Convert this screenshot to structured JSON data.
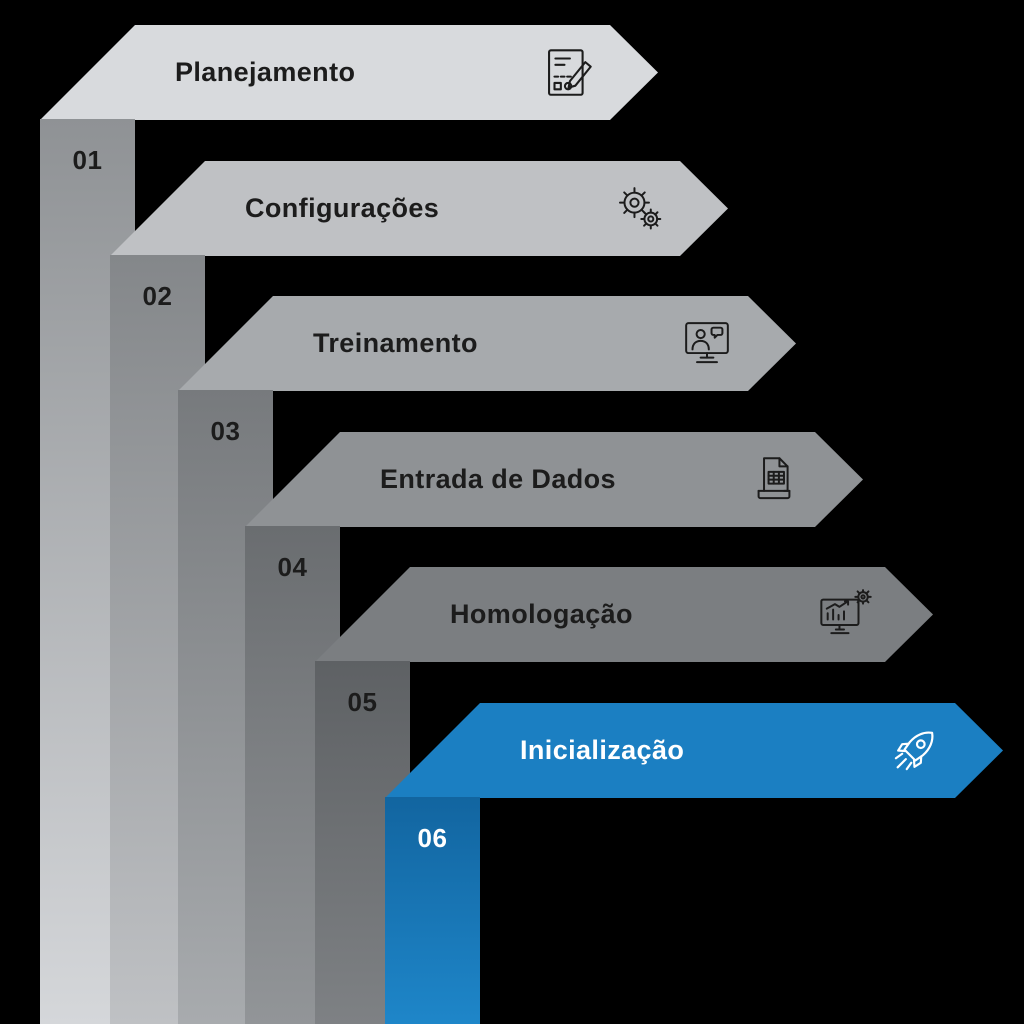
{
  "background_color": "#000000",
  "steps": [
    {
      "number": "01",
      "label": "Planejamento",
      "icon": "blueprint-pencil-icon",
      "banner_color": "#d8dadd",
      "ribbon_top_color": "#8f9295",
      "ribbon_bottom_color": "#d5d7da",
      "text_color": "#1c1c1c"
    },
    {
      "number": "02",
      "label": "Configurações",
      "icon": "gears-icon",
      "banner_color": "#bfc1c4",
      "ribbon_top_color": "#84878a",
      "ribbon_bottom_color": "#bfc1c4",
      "text_color": "#1c1c1c"
    },
    {
      "number": "03",
      "label": "Treinamento",
      "icon": "training-monitor-icon",
      "banner_color": "#a7aaad",
      "ribbon_top_color": "#777a7d",
      "ribbon_bottom_color": "#a8abae",
      "text_color": "#1c1c1c"
    },
    {
      "number": "04",
      "label": "Entrada de Dados",
      "icon": "document-data-icon",
      "banner_color": "#8f9295",
      "ribbon_top_color": "#6a6d70",
      "ribbon_bottom_color": "#929598",
      "text_color": "#1c1c1c"
    },
    {
      "number": "05",
      "label": "Homologação",
      "icon": "analytics-monitor-gear-icon",
      "banner_color": "#7b7e81",
      "ribbon_top_color": "#5e6164",
      "ribbon_bottom_color": "#7e8184",
      "text_color": "#1c1c1c"
    },
    {
      "number": "06",
      "label": "Inicialização",
      "icon": "rocket-icon",
      "banner_color": "#1b7fc2",
      "ribbon_top_color": "#1265a0",
      "ribbon_bottom_color": "#1e86c9",
      "text_color": "#ffffff"
    }
  ]
}
